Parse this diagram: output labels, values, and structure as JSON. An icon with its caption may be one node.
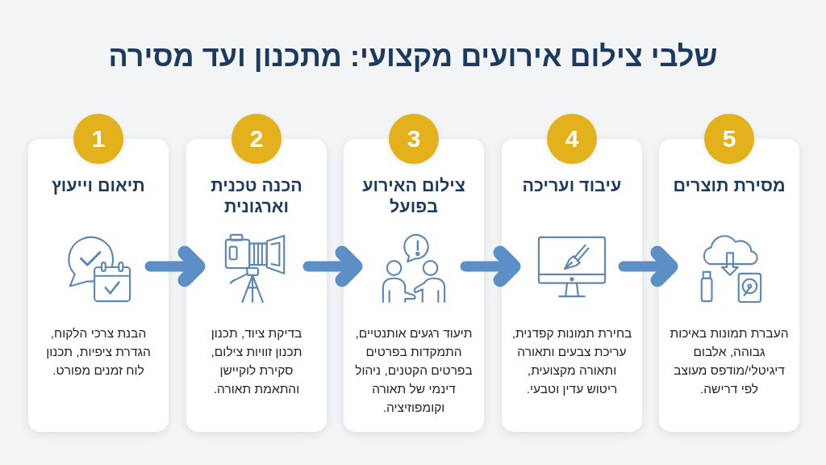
{
  "diagram": {
    "title": "שלבי צילום אירועים מקצועי: מתכנון ועד מסירה",
    "nodes": [
      {
        "text": [
          "1"
        ]
      },
      {
        "text": [
          "תיאום וייעוץ",
          "הבנת צרכי הלקוח, הגדרת ציפיות, תכנון לוח זמנים מפורט."
        ]
      },
      {
        "text": [
          "2"
        ]
      },
      {
        "text": [
          "הכנה טכנית וארגונית",
          "בדיקת ציוד, תכנון תכנון זוויות צילום, סקירת לוקיישן והתאמת תאורה."
        ]
      },
      {
        "text": [
          "3"
        ]
      },
      {
        "text": [
          "צילום האירוע בפועל",
          "תיעוד רגעים אותנטיים, התמקדות בפרטים בפרטים הקטנים, ניהול דינמי של תאורה וקומפוזיציה."
        ]
      },
      {
        "text": [
          "4"
        ]
      },
      {
        "text": [
          "עיבוד ועריכה",
          "בחירת תמונות קפדנית, עריכת צבעים ותאורה ותאורה מקצועית, ריטוש עדין וטבעי."
        ]
      },
      {
        "text": [
          "5"
        ]
      },
      {
        "text": [
          "מסירת תוצרים",
          "העברת תמונות באיכות גבוהה, אלבום דיגיטלי/מודפס מעוצב לפי דרישה."
        ]
      }
    ],
    "edges": [
      {
        "from": 1,
        "to": 3,
        "arrow": "to"
      },
      {
        "from": 3,
        "to": 5,
        "arrow": "to"
      },
      {
        "from": 5,
        "to": 7,
        "arrow": "to"
      },
      {
        "from": 7,
        "to": 9,
        "arrow": "to"
      }
    ]
  }
}
